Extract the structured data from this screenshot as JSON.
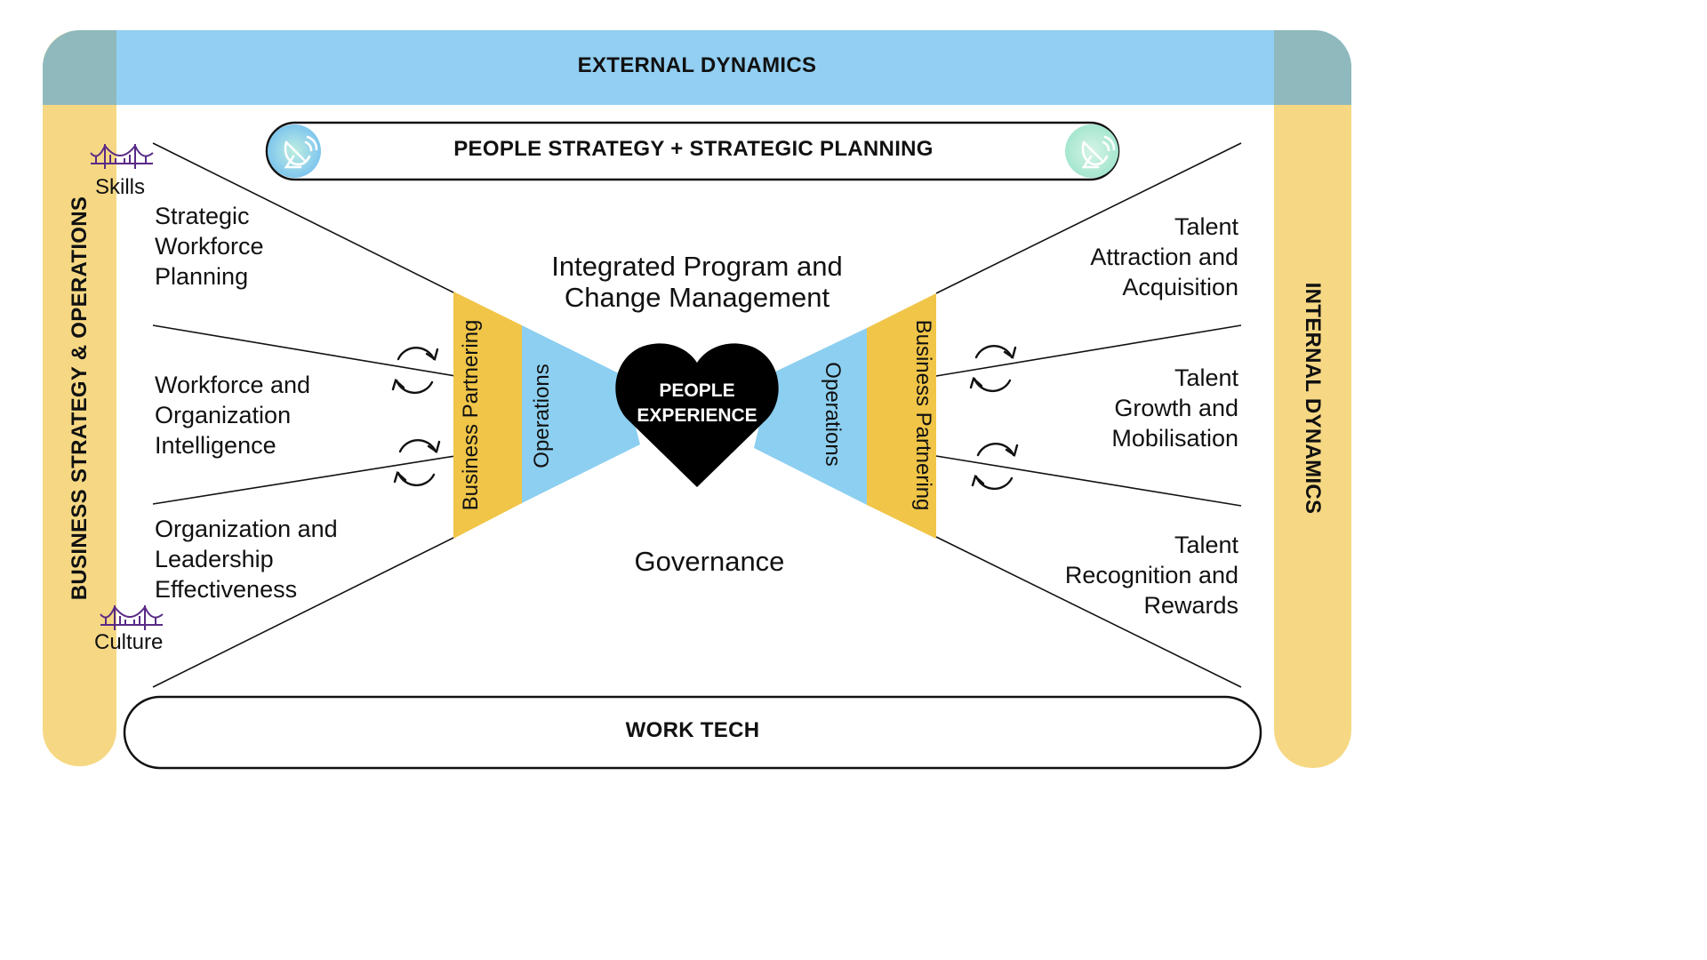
{
  "frame": {
    "top": "EXTERNAL DYNAMICS",
    "left": "BUSINESS STRATEGY & OPERATIONS",
    "right": "INTERNAL DYNAMICS",
    "bottom": "WORK TECH"
  },
  "strategy_bar": {
    "label": "PEOPLE STRATEGY + STRATEGIC PLANNING",
    "icon_left": "satellite-dish-icon",
    "icon_right": "satellite-dish-icon"
  },
  "center": {
    "heart_label": "PEOPLE\nEXPERIENCE",
    "top_label": "Integrated Program and\nChange Management",
    "bottom_label": "Governance",
    "left_outer": "Business Partnering",
    "left_inner": "Operations",
    "right_inner": "Operations",
    "right_outer": "Business Partnering"
  },
  "bridges": {
    "top": "Skills",
    "bottom": "Culture",
    "icon": "bridge-icon"
  },
  "left_items": [
    "Strategic\nWorkforce\nPlanning",
    "Workforce and\nOrganization\nIntelligence",
    "Organization and\nLeadership\nEffectiveness"
  ],
  "right_items": [
    "Talent\nAttraction and\nAcquisition",
    "Talent\nGrowth and\nMobilisation",
    "Talent\nRecognition and\nRewards"
  ],
  "cycle_icon": "refresh-cycle-icon",
  "colors": {
    "blue_band": "#92cff2",
    "yellow_band": "#f6d884",
    "overlap": "#8fb9bd",
    "business_partnering": "#f0c548",
    "operations": "#8dcff0",
    "heart": "#000000",
    "bridge": "#5a2a86",
    "dish_glow": "#b9ecd9",
    "dish_glow_blue": "#7fc6ee"
  }
}
